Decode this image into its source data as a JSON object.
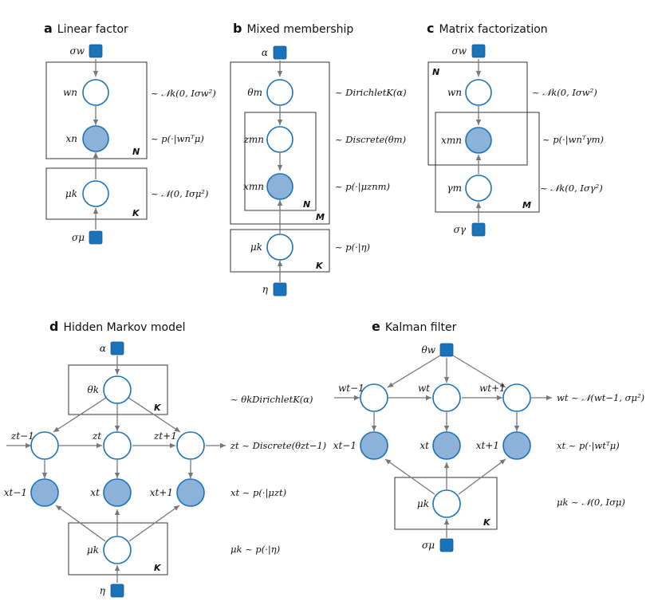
{
  "colors": {
    "observed_fill": "#8cb2d9",
    "node_stroke": "#1a72b8",
    "hyper_fill": "#1a72b8",
    "edge": "#777777"
  },
  "panels": {
    "a": {
      "letter": "a",
      "title": "Linear factor",
      "nodes": {
        "sigma_w": "σw",
        "w_n": "wn",
        "x_n": "xn",
        "mu_k": "μk",
        "sigma_mu": "σμ"
      },
      "plates": {
        "N": "N",
        "K": "K"
      },
      "annotations": [
        "~ 𝒩k(0, Iσw²)",
        "~ p(·|wnᵀμ)",
        "~ 𝒩(0, Iσμ²)"
      ]
    },
    "b": {
      "letter": "b",
      "title": "Mixed membership",
      "nodes": {
        "alpha": "α",
        "theta_m": "θm",
        "z_mn": "zmn",
        "x_mn": "xmn",
        "mu_k": "μk",
        "eta": "η"
      },
      "plates": {
        "N": "N",
        "M": "M",
        "K": "K"
      },
      "annotations": [
        "~ DirichletK(α)",
        "~ Discrete(θm)",
        "~ p(·|μznm)",
        "~ p(·|η)"
      ]
    },
    "c": {
      "letter": "c",
      "title": "Matrix factorization",
      "nodes": {
        "sigma_w": "σw",
        "w_n": "wn",
        "x_mn": "xmn",
        "gamma_m": "γm",
        "sigma_gamma": "σγ"
      },
      "plates": {
        "N": "N",
        "M": "M"
      },
      "annotations": [
        "~ 𝒩k(0, Iσw²)",
        "~ p(·|wnᵀγm)",
        "~ 𝒩k(0, Iσγ²)"
      ]
    },
    "d": {
      "letter": "d",
      "title": "Hidden Markov model",
      "nodes": {
        "alpha": "α",
        "theta_k": "θk",
        "z_prev": "zt−1",
        "z_t": "zt",
        "z_next": "zt+1",
        "x_prev": "xt−1",
        "x_t": "xt",
        "x_next": "xt+1",
        "mu_k": "μk",
        "eta": "η"
      },
      "plates": {
        "K_top": "K",
        "K_bottom": "K"
      },
      "annotations": [
        "~ θkDirichletK(α)",
        "zt ~ Discrete(θzt−1)",
        "xt ~ p(·|μzt)",
        "μk ~ p(·|η)"
      ]
    },
    "e": {
      "letter": "e",
      "title": "Kalman filter",
      "nodes": {
        "theta_w": "θw",
        "w_prev": "wt−1",
        "w_t": "wt",
        "w_next": "wt+1",
        "x_prev": "xt−1",
        "x_t": "xt",
        "x_next": "xt+1",
        "mu_k": "μk",
        "sigma_mu": "σμ"
      },
      "plates": {
        "K": "K"
      },
      "annotations": [
        "wt ~ 𝒩(wt−1, σμ²)",
        "xt ~ p(·|wtᵀμ)",
        "μk ~ 𝒩(0, Iσμ)"
      ]
    }
  }
}
